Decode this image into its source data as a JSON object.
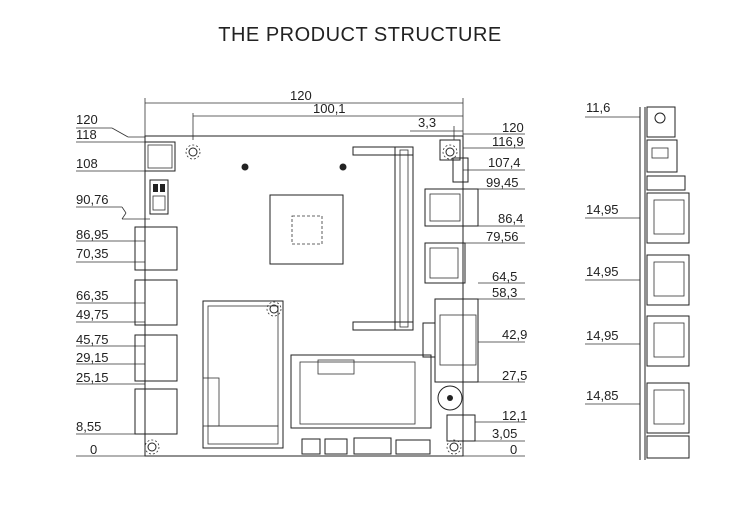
{
  "title": "THE PRODUCT STRUCTURE",
  "top_dims": {
    "d1": "120",
    "d2": "100,1",
    "d3": "3,3"
  },
  "left_dims": [
    "120",
    "118",
    "108",
    "90,76",
    "86,95",
    "70,35",
    "66,35",
    "49,75",
    "45,75",
    "29,15",
    "25,15",
    "8,55",
    "0"
  ],
  "right_dims": [
    "120",
    "116,9",
    "107,4",
    "99,45",
    "86,4",
    "79,56",
    "64,5",
    "58,3",
    "42,9",
    "27,5",
    "12,1",
    "3,05",
    "0"
  ],
  "side_dims": [
    "11,6",
    "14,95",
    "14,95",
    "14,95",
    "14,85"
  ]
}
